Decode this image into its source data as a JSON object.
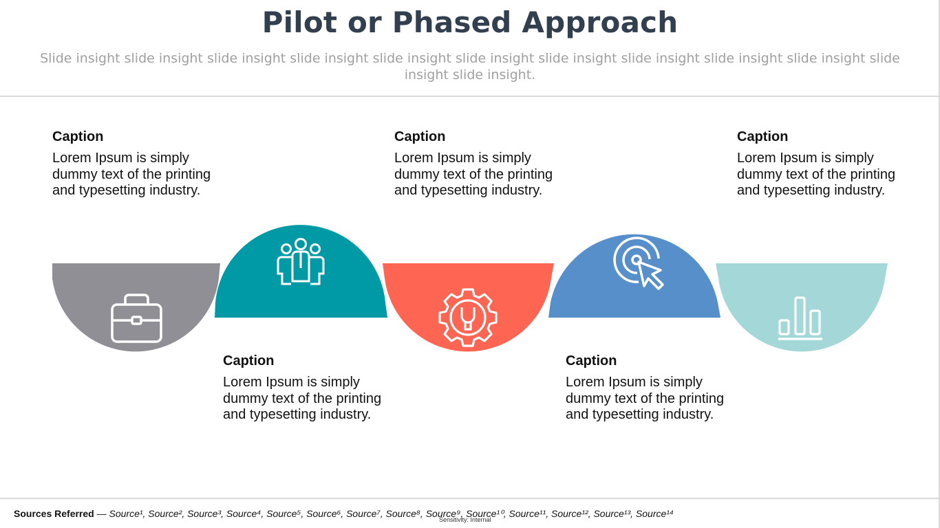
{
  "header": {
    "title": "Pilot or Phased Approach",
    "subtitle": "Slide insight slide insight slide insight slide insight slide insight slide insight slide insight slide insight slide insight slide insight slide insight slide insight."
  },
  "steps": [
    {
      "caption": "Caption",
      "text": "Lorem Ipsum is simply dummy text of the printing and typesetting industry.",
      "icon": "briefcase-icon",
      "color": "#908f96"
    },
    {
      "caption": "Caption",
      "text": "Lorem Ipsum is simply dummy text of the printing and typesetting industry.",
      "icon": "team-icon",
      "color": "#009aa6"
    },
    {
      "caption": "Caption",
      "text": "Lorem Ipsum is simply dummy text of the printing and typesetting industry.",
      "icon": "gear-wrench-icon",
      "color": "#ff6553"
    },
    {
      "caption": "Caption",
      "text": "Lorem Ipsum is simply dummy text of the printing and typesetting industry.",
      "icon": "target-cursor-icon",
      "color": "#578fcb"
    },
    {
      "caption": "Caption",
      "text": "Lorem Ipsum is simply dummy text of the printing and typesetting industry.",
      "icon": "bar-chart-icon",
      "color": "#a4d7d8"
    }
  ],
  "footer": {
    "sources_label": "Sources Referred",
    "sources": "— Source¹, Source², Source³, Source⁴, Source⁵, Source⁶, Source⁷, Source⁸, Source⁹, Source¹⁰, Source¹¹, Source¹², Source¹³, Source¹⁴",
    "sensitivity": "Sensitivity: Internal"
  }
}
